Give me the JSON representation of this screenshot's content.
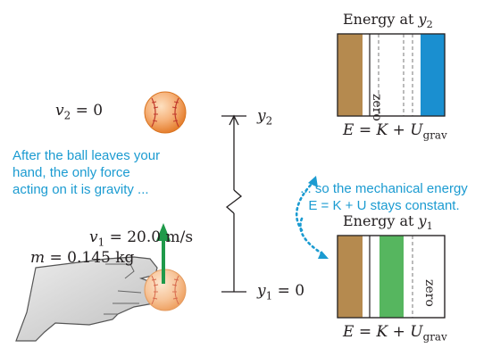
{
  "left_labels": {
    "v2_var": "v",
    "v2_sub": "2",
    "v2_rest": " = 0",
    "v1_var": "v",
    "v1_sub": "1",
    "v1_rest": " = 20.0 m/s",
    "m_var": "m",
    "m_rest": " = 0.145 kg"
  },
  "axis_labels": {
    "y2_var": "y",
    "y2_sub": "2",
    "y1_var": "y",
    "y1_sub": "1",
    "y1_rest": " = 0"
  },
  "caption_left": [
    "After the ball leaves your",
    "hand, the only force",
    "acting on it is gravity ..."
  ],
  "caption_right": [
    "... so the mechanical energy",
    "E = K + U stays constant."
  ],
  "bar_chart_top": {
    "title_prefix": "Energy at ",
    "title_var": "y",
    "title_sub": "2",
    "zero_label": "zero",
    "formula_E": "E",
    "formula_eq": " = ",
    "formula_K": "K",
    "formula_plus": " + ",
    "formula_U": "U",
    "formula_sub": "grav"
  },
  "bar_chart_bottom": {
    "title_prefix": "Energy at ",
    "title_var": "y",
    "title_sub": "1",
    "zero_label": "zero",
    "formula_E": "E",
    "formula_eq": " = ",
    "formula_K": "K",
    "formula_plus": " + ",
    "formula_U": "U",
    "formula_sub": "grav"
  },
  "colors": {
    "total_energy": "#b58a4f",
    "kinetic_energy": "#56b65f",
    "potential_energy": "#1a8fd0",
    "caption": "#1b9bd1",
    "velocity_arrow": "#1f9a4a",
    "ball": "#f2994a"
  }
}
